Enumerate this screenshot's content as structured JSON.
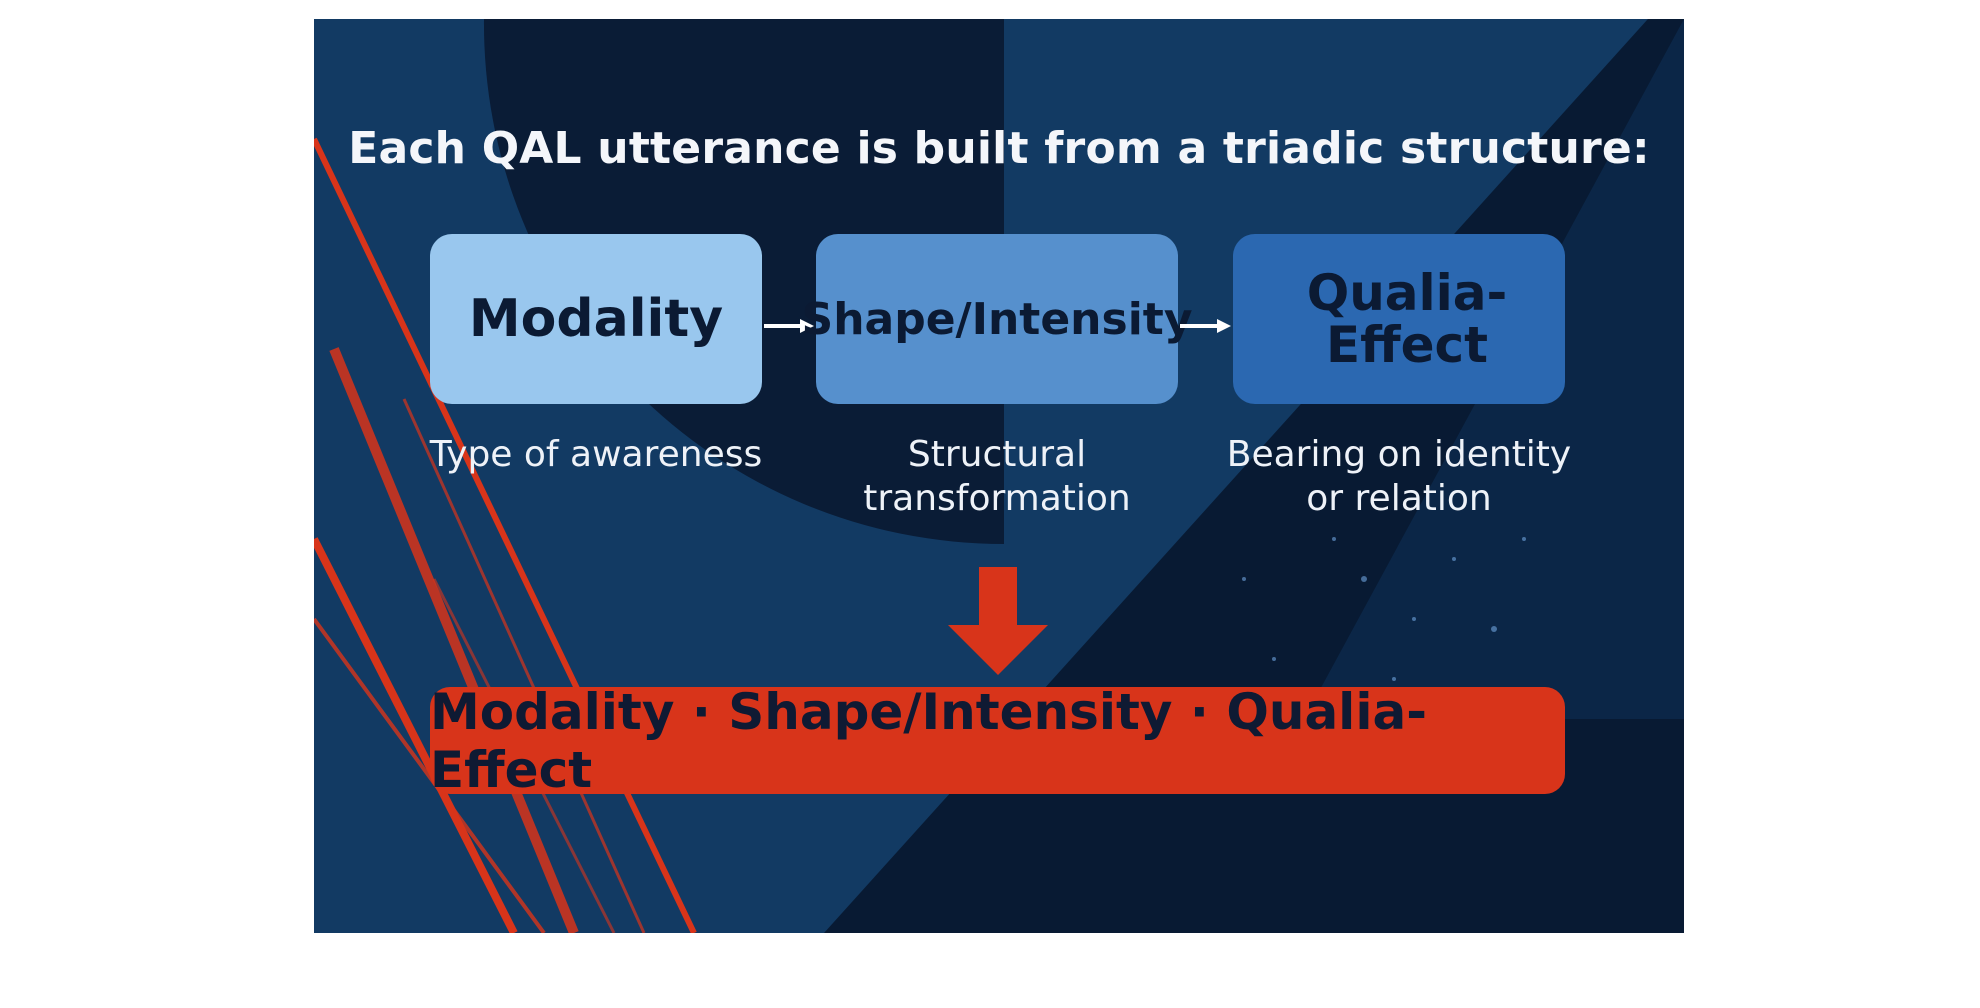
{
  "title": "Each QAL utterance is built from a triadic structure:",
  "components": [
    {
      "label": "Modality",
      "caption": "Type of awareness"
    },
    {
      "label": "Shape/Intensity",
      "caption": "Structural transformation"
    },
    {
      "label": "Qualia-Effect",
      "caption": "Bearing on identity or relation"
    }
  ],
  "result": "Modality · Shape/Intensity · Qualia-Effect",
  "colors": {
    "background": "#123a63",
    "background_dark": "#08172d",
    "box1": "#99c7ee",
    "box2": "#5690cd",
    "box3": "#2b68b1",
    "accent": "#d8341a",
    "text_dark": "#0b1a33",
    "text_light": "#f4f6fa"
  },
  "icons": [
    "right-arrow-icon",
    "right-arrow-icon",
    "down-arrow-icon"
  ]
}
